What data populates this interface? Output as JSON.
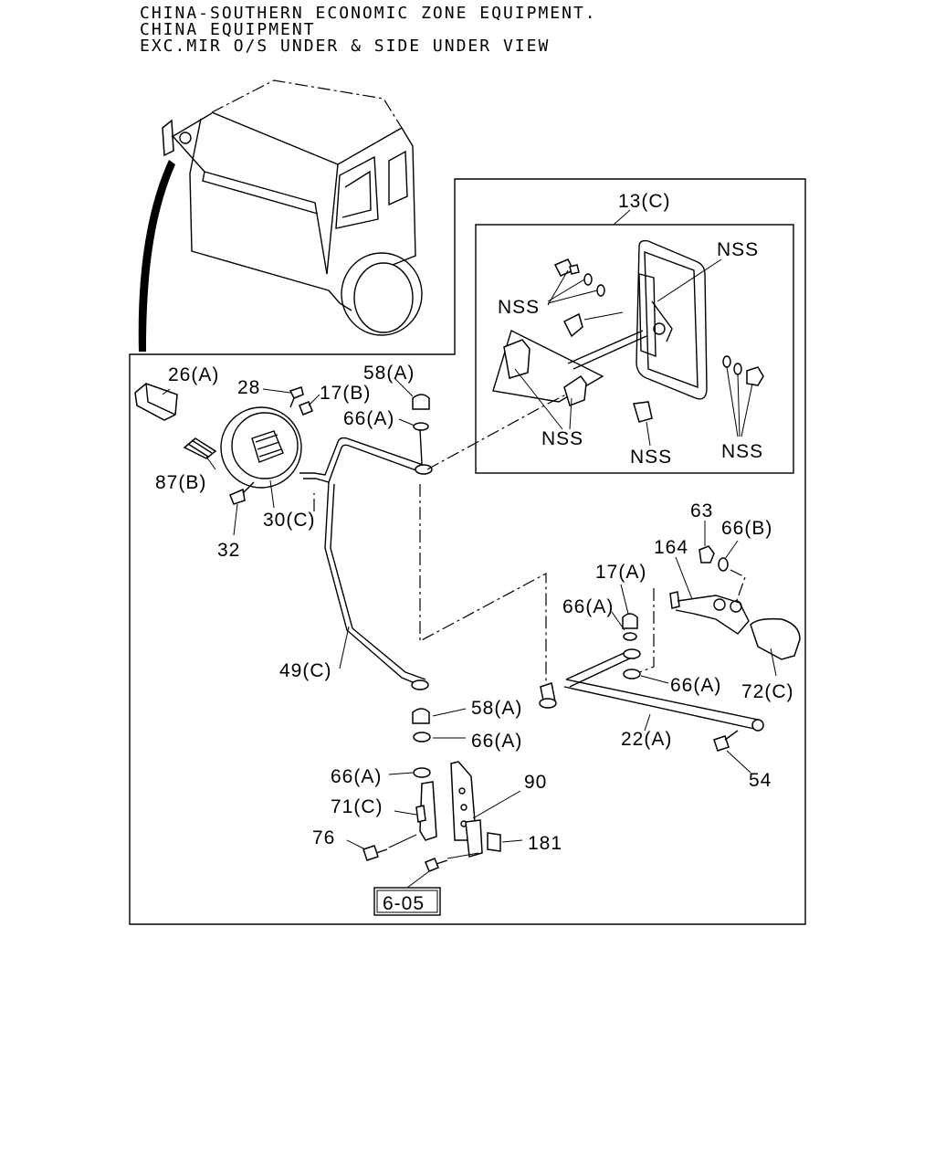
{
  "header": {
    "line1": "CHINA-SOUTHERN ECONOMIC ZONE EQUIPMENT.",
    "line2": "CHINA EQUIPMENT",
    "line3": "EXC.MIR O/S UNDER & SIDE UNDER VIEW"
  },
  "callouts": {
    "p13c": "13(C)",
    "nss": "NSS",
    "p26a": "26(A)",
    "p28": "28",
    "p17b": "17(B)",
    "p58a": "58(A)",
    "p66a": "66(A)",
    "p87b": "87(B)",
    "p30c": "30(C)",
    "p32": "32",
    "p63": "63",
    "p66b": "66(B)",
    "p164": "164",
    "p17a": "17(A)",
    "p49c": "49(C)",
    "p72c": "72(C)",
    "p22a": "22(A)",
    "p54": "54",
    "p90": "90",
    "p71c": "71(C)",
    "p76": "76",
    "p181": "181"
  },
  "reference_box": "6-05"
}
